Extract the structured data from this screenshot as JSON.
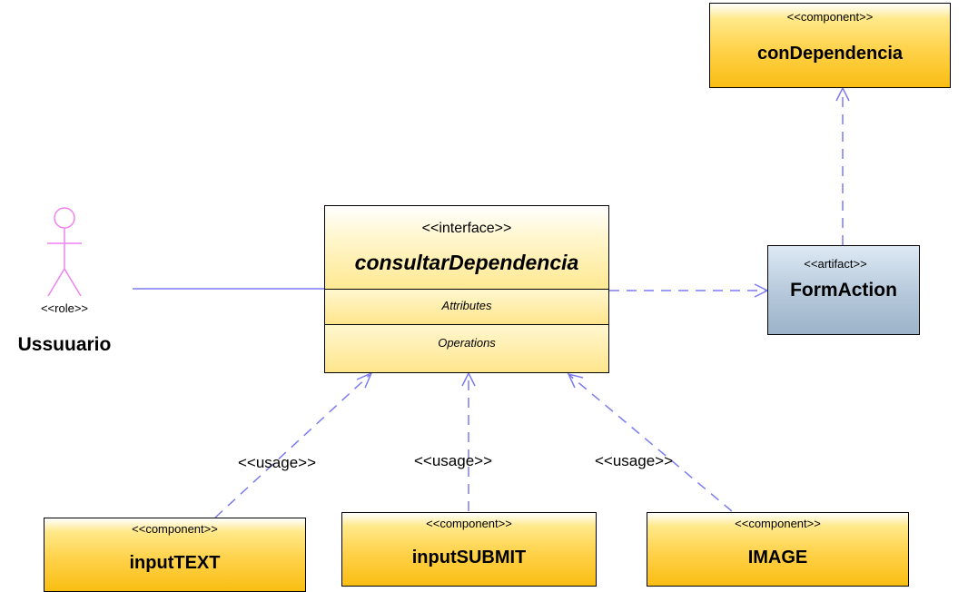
{
  "actor": {
    "stereotype": "<<role>>",
    "name": "Ussuuario"
  },
  "interface": {
    "stereotype": "<<interface>>",
    "name": "consultarDependencia",
    "attributes_label": "Attributes",
    "operations_label": "Operations"
  },
  "artifact": {
    "stereotype": "<<artifact>>",
    "name": "FormAction"
  },
  "components": {
    "top": {
      "stereotype": "<<component>>",
      "name": "conDependencia"
    },
    "input_text": {
      "stereotype": "<<component>>",
      "name": "inputTEXT"
    },
    "input_submit": {
      "stereotype": "<<component>>",
      "name": "inputSUBMIT"
    },
    "image": {
      "stereotype": "<<component>>",
      "name": "IMAGE"
    }
  },
  "edges": {
    "usage_left": "<<usage>>",
    "usage_middle": "<<usage>>",
    "usage_right": "<<usage>>"
  },
  "colors": {
    "connector": "#7b7bf0",
    "actor": "#ee82ee",
    "component_fill": "#ffd24a",
    "artifact_fill": "#a9bfd4"
  }
}
